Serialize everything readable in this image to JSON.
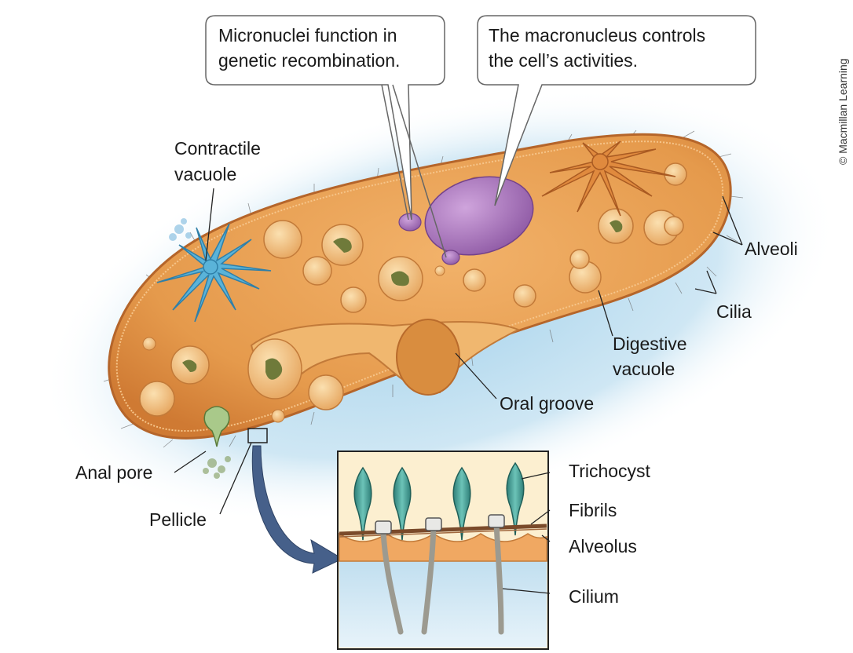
{
  "credit": "© Macmillan Learning",
  "callouts": {
    "micronuclei": {
      "line1": "Micronuclei function in",
      "line2": "genetic recombination."
    },
    "macronucleus": {
      "line1": "The macronucleus controls",
      "line2": "the cell’s activities."
    }
  },
  "labels": {
    "contractile_vacuole": {
      "line1": "Contractile",
      "line2": "vacuole"
    },
    "alveoli": "Alveoli",
    "cilia": "Cilia",
    "digestive_vacuole": {
      "line1": "Digestive",
      "line2": "vacuole"
    },
    "oral_groove": "Oral groove",
    "anal_pore": "Anal pore",
    "pellicle": "Pellicle"
  },
  "inset_labels": {
    "trichocyst": "Trichocyst",
    "fibrils": "Fibrils",
    "alveolus": "Alveolus",
    "cilium": "Cilium"
  },
  "colors": {
    "cell_body": "#e59a4c",
    "cell_edge": "#c8742e",
    "background_glow": "#bfe0f2",
    "macronucleus": "#a773b8",
    "contractile_vacuole": "#5ab3d9",
    "trichocyst": "#3f9e95",
    "inset_background": "#fcefd0",
    "inset_lower": "#cfe6f2",
    "arrow": "#46608a"
  }
}
